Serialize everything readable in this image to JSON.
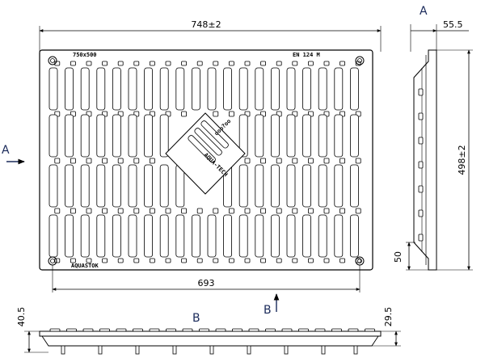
{
  "plan_view": {
    "overall_width": "748±2",
    "hole_spacing": "693",
    "marking_size": "750x500",
    "marking_standard": "EN 124 M",
    "brand_center": "AQUA-TECH",
    "brand_corner": "AQUASTOK",
    "center_small": "ooo?oo",
    "arrow_left_label": "A",
    "arrow_bottom_label": "B"
  },
  "side_view_a": {
    "label": "A",
    "height_dim": "498±2",
    "top_dim": "55.5",
    "bottom_dim": "50"
  },
  "side_view_b": {
    "label": "B",
    "left_dim": "40.5",
    "right_dim": "29.5"
  },
  "colors": {
    "line": "#000000",
    "accent": "#1a2a5a",
    "fill": "#ffffff"
  }
}
